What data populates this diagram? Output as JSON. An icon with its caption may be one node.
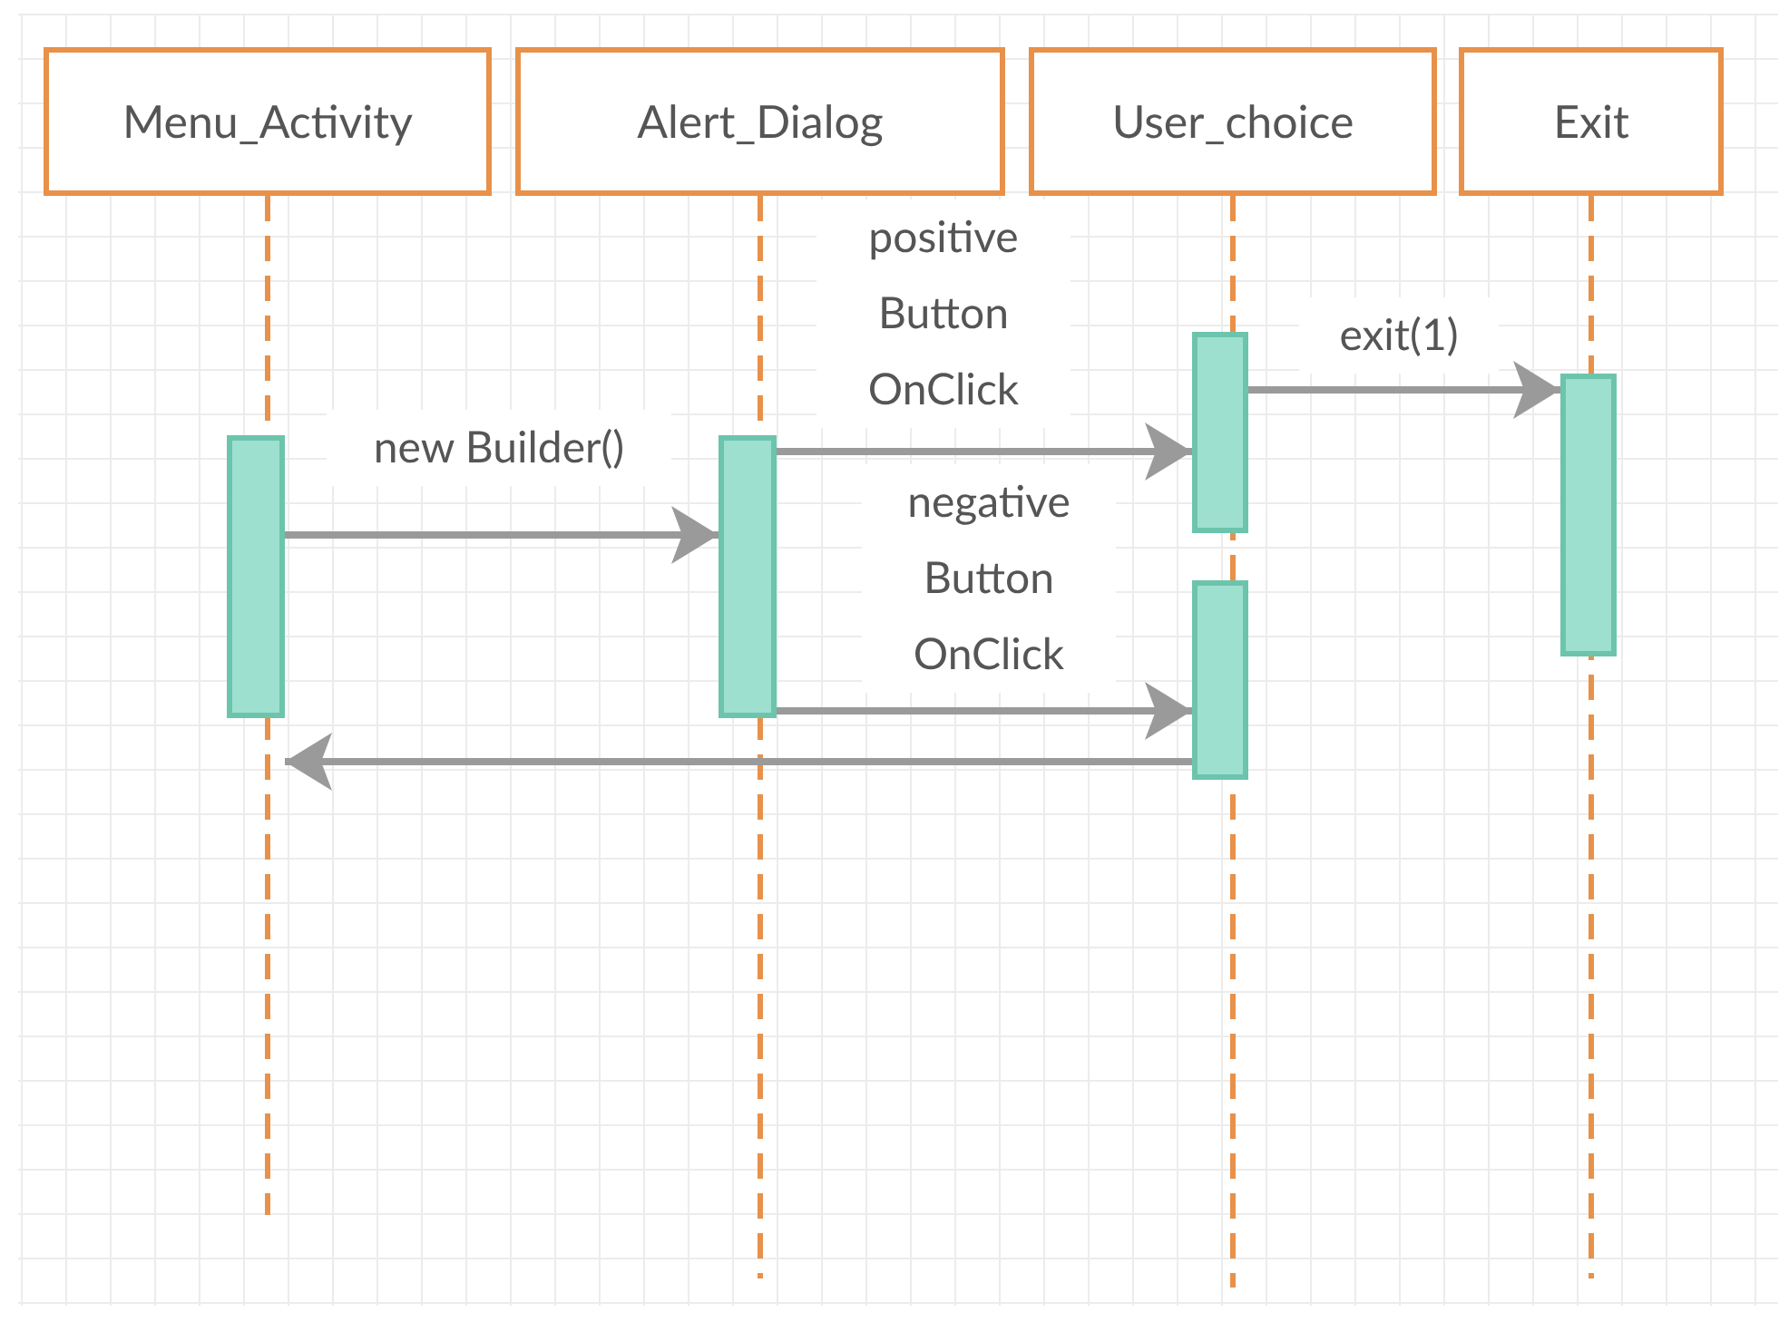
{
  "diagram": {
    "nodes": [
      {
        "text": [
          "Menu_Activity"
        ]
      },
      {
        "text": [
          "Alert_Dialog"
        ]
      },
      {
        "text": [
          "User_choice"
        ]
      },
      {
        "text": [
          "Exit"
        ]
      },
      {
        "text": [],
        "shape": "bar"
      },
      {
        "text": [],
        "shape": "bar"
      },
      {
        "text": [],
        "shape": "bar"
      },
      {
        "text": [],
        "shape": "bar"
      },
      {
        "text": [],
        "shape": "bar"
      }
    ],
    "edges": [
      {
        "from": 4,
        "to": 5,
        "arrow": "to",
        "label": "new Builder()"
      },
      {
        "from": 5,
        "to": 6,
        "arrow": "to",
        "label": "positive Button OnClick"
      },
      {
        "from": 6,
        "to": 8,
        "arrow": "to",
        "label": "exit(1)"
      },
      {
        "from": 5,
        "to": 7,
        "arrow": "to",
        "label": "negative Button OnClick"
      },
      {
        "from": 7,
        "to": 4,
        "arrow": "to"
      }
    ]
  }
}
